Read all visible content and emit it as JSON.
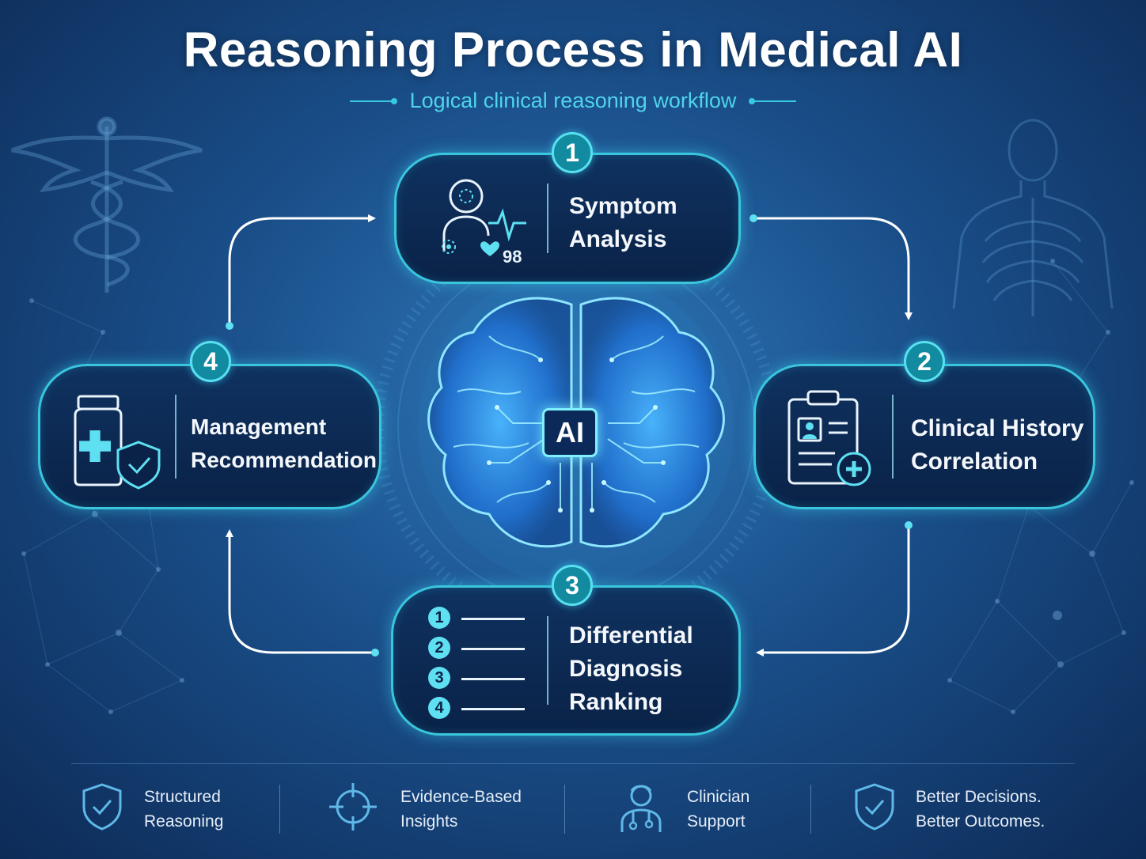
{
  "header": {
    "title": "Reasoning Process in Medical AI",
    "subtitle": "Logical clinical reasoning workflow"
  },
  "center": {
    "chip_label": "AI"
  },
  "steps": [
    {
      "number": "1",
      "line1": "Symptom",
      "line2": "Analysis",
      "icon": "patient-vitals-icon",
      "vital_value": "98"
    },
    {
      "number": "2",
      "line1": "Clinical History",
      "line2": "Correlation",
      "icon": "clipboard-record-icon"
    },
    {
      "number": "3",
      "line1": "Differential",
      "line2": "Diagnosis",
      "line3": "Ranking",
      "icon": "ranked-list-icon",
      "list_numbers": [
        "1",
        "2",
        "3",
        "4"
      ]
    },
    {
      "number": "4",
      "line1": "Management",
      "line2": "Recommendation",
      "icon": "medicine-shield-icon"
    }
  ],
  "features": [
    {
      "line1": "Structured",
      "line2": "Reasoning",
      "icon": "shield-check-icon"
    },
    {
      "line1": "Evidence-Based",
      "line2": "Insights",
      "icon": "target-icon"
    },
    {
      "line1": "Clinician",
      "line2": "Support",
      "icon": "doctor-icon"
    },
    {
      "line1": "Better Decisions.",
      "line2": "Better Outcomes.",
      "icon": "shield-check-icon"
    }
  ],
  "colors": {
    "accent": "#39c6dd",
    "card_bg": "#0a2247",
    "badge_bg": "#128aa0",
    "background": "#1a4f8a"
  }
}
